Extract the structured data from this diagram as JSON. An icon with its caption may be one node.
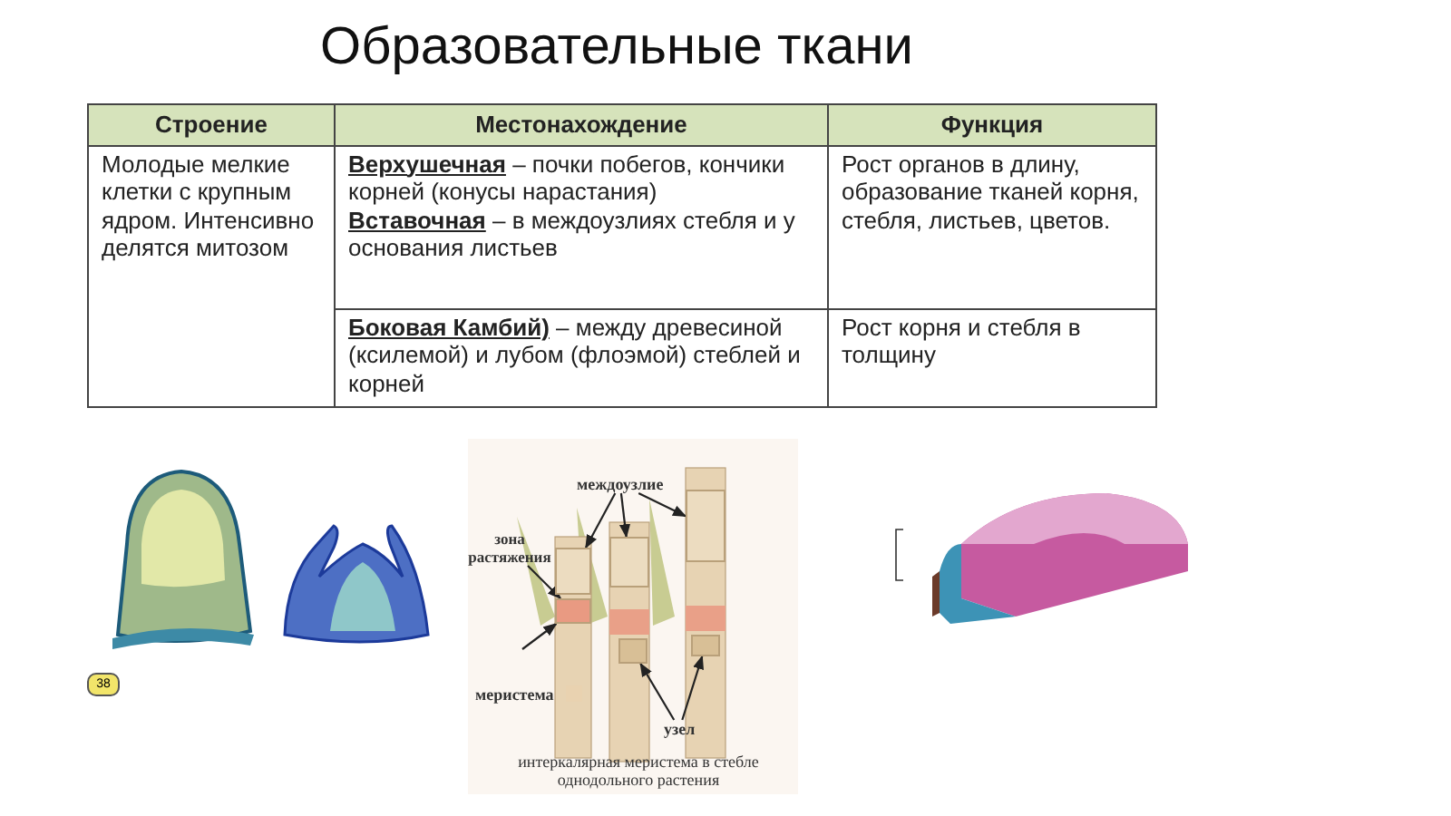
{
  "diagram": {
    "title": "Образовательные ткани",
    "nodes": [
      {
        "text": [
          "междоузлие"
        ]
      },
      {
        "text": [
          "зона растяжения"
        ]
      },
      {
        "text": [],
        "shape": "box"
      },
      {
        "text": [],
        "shape": "box"
      },
      {
        "text": [],
        "shape": "box"
      },
      {
        "text": [],
        "shape": "box"
      },
      {
        "text": [
          "узел"
        ]
      },
      {
        "text": [],
        "shape": "box"
      },
      {
        "text": [],
        "shape": "box"
      }
    ],
    "edges": [
      {
        "from": 0,
        "to": 2,
        "arrow": "to"
      },
      {
        "from": 0,
        "to": 3,
        "arrow": "to"
      },
      {
        "from": 0,
        "to": 4,
        "arrow": "to"
      },
      {
        "from": 1,
        "to": 5,
        "arrow": "to"
      },
      {
        "from": null,
        "to": 5,
        "arrow": "to"
      },
      {
        "from": 6,
        "to": 7,
        "arrow": "to"
      },
      {
        "from": 6,
        "to": 8,
        "arrow": "to"
      }
    ],
    "labels": [
      "Строение",
      "Местонахождение",
      "Функция",
      "Молодые мелкие клетки с крупным ядром. Интенсивно делятся митозом",
      "**Верхушечная** – почки побегов, кончики корней (конусы нарастания)",
      "**Вставочная** – в междоузлиях стебля и у основания листьев",
      "Рост органов в длину, образование тканей корня, стебля, листьев, цветов.",
      "**Боковая Камбий)** – между древесиной (ксилемой) и лубом (флоэмой) стеблей и корней",
      "Рост корня и стебля в толщину",
      "38",
      "интеркалярная меристема в стебле однодольного растения"
    ],
    "legend": [
      {
        "text": "меристема",
        "color": "#e9d2b0"
      }
    ]
  }
}
